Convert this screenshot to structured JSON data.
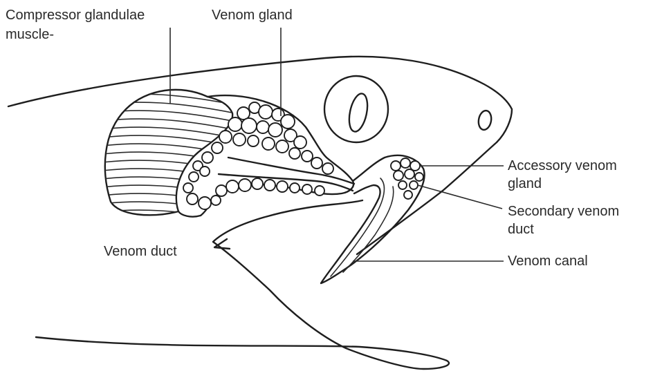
{
  "labels": {
    "compressor_line1": "Compressor glandulae",
    "compressor_line2": "muscle-",
    "venom_gland": "Venom gland",
    "accessory_line1": "Accessory venom",
    "accessory_line2": "gland",
    "secondary_line1": "Secondary venom",
    "secondary_line2": "duct",
    "venom_duct": "Venom duct",
    "venom_canal": "Venom canal"
  }
}
